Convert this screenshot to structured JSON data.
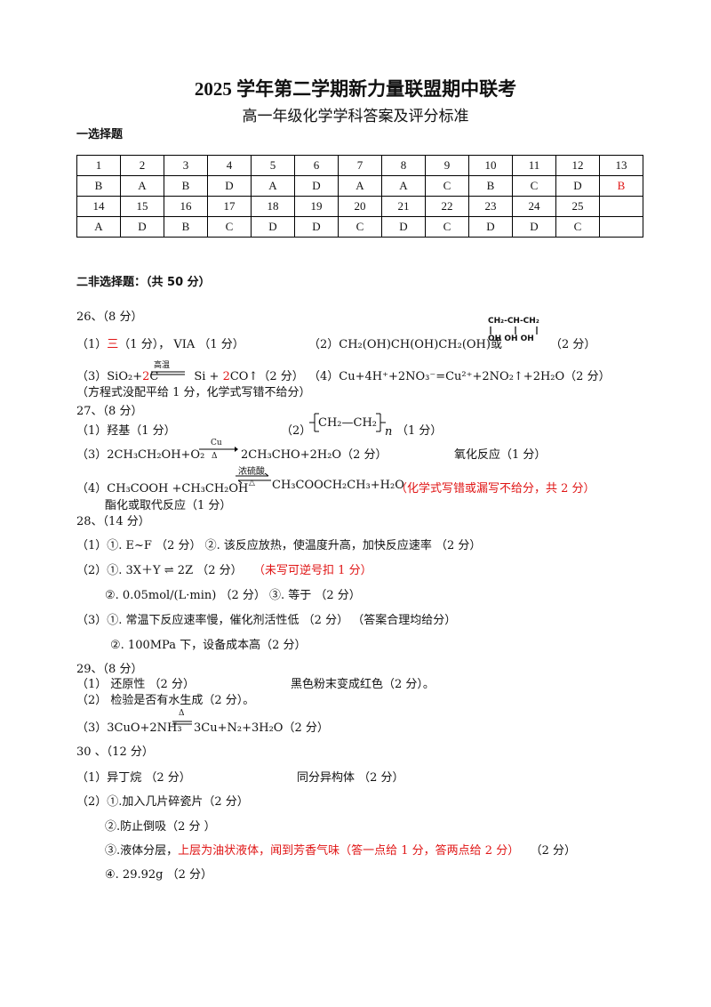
{
  "header": {
    "title": "2025 学年第二学期新力量联盟期中联考",
    "subtitle": "高一年级化学学科答案及评分标准"
  },
  "section1": {
    "title": "一选择题",
    "rows": [
      [
        "1",
        "2",
        "3",
        "4",
        "5",
        "6",
        "7",
        "8",
        "9",
        "10",
        "11",
        "12",
        "13"
      ],
      [
        "B",
        "A",
        "B",
        "D",
        "A",
        "D",
        "A",
        "A",
        "C",
        "B",
        "C",
        "D",
        "B"
      ],
      [
        "14",
        "15",
        "16",
        "17",
        "18",
        "19",
        "20",
        "21",
        "22",
        "23",
        "24",
        "25",
        ""
      ],
      [
        "A",
        "D",
        "B",
        "C",
        "D",
        "D",
        "C",
        "D",
        "C",
        "D",
        "D",
        "C",
        ""
      ]
    ]
  },
  "section2": {
    "title": "二非选择题：（共 50 分）"
  },
  "q26": {
    "head": "26、（8 分）",
    "l1a": "（1）",
    "l1b": "三",
    "l1c": "（1 分），   VIA （1 分）",
    "l1d": "（2）CH₂(OH)CH(OH)CH₂(OH)或",
    "l1e": "（2 分）",
    "glycerol_top": "CH₂-CH-CH₂",
    "glycerol_bot": "OH  OH  OH",
    "l2a": "（3）SiO₂+",
    "l2b": "2",
    "l2c": "C",
    "cond_high_temp": "高温",
    "l2d": "Si +",
    "l2e": "2",
    "l2f": "CO↑（2 分）",
    "l2g": "（4）Cu+4H⁺+2NO₃⁻=Cu²⁺+2NO₂↑+2H₂O（2 分）",
    "l3": "（方程式没配平给 1 分，化学式写错不给分）"
  },
  "q27": {
    "head": "27、（8 分）",
    "l1a": "（1）羟基（1 分）",
    "l1b": "（2）",
    "polymer_unit": "CH₂—CH₂",
    "polymer_n": "n",
    "l1c": "（1 分）",
    "l2a": "（3）2CH₃CH₂OH+O₂",
    "cond_cu": "Cu",
    "cond_heat": "Δ",
    "l2b": "2CH₃CHO+2H₂O（2 分）",
    "l2c": "氧化反应（1 分）",
    "cond_acid": "浓硫酸",
    "l3a": "（4）CH₃COOH +CH₃CH₂OH",
    "l3b": "CH₃COOCH₂CH₃+H₂O",
    "l3c": "（化学式写错或漏写不给分，共 2 分）",
    "l4": "酯化或取代反应（1 分）"
  },
  "q28": {
    "head": "28、（14 分）",
    "l1": "（1）①. E~F （2 分）     ②. 该反应放热，使温度升高，加快反应速率 （2 分）",
    "l2a": "（2）①. 3X＋Y ⇌ 2Z （2 分）",
    "l2b": "（未写可逆号扣 1 分）",
    "l3": "②. 0.05mol/(L·min) （2 分）        ③. 等于 （2 分）",
    "l4": "（3）①. 常温下反应速率慢，催化剂活性低 （2 分）      （答案合理均给分）",
    "l5": "②. 100MPa 下，设备成本高（2 分）"
  },
  "q29": {
    "head": "29、（8 分）",
    "l1a": "（1）  还原性 （2 分）",
    "l1b": "黑色粉末变成红色（2 分）。",
    "l2": "（2）  检验是否有水生成（2 分）。",
    "l3a": "（3）3CuO+2NH₃",
    "l3b": "3Cu+N₂+3H₂O（2 分）"
  },
  "q30": {
    "head": "30 、（12 分）",
    "l1a": "（1）异丁烷  （2 分）",
    "l1b": "同分异构体 （2 分）",
    "l2": "（2）①.加入几片碎瓷片（2 分）",
    "l3": "②.防止倒吸（2 分 ）",
    "l4a": "③.液体分层，",
    "l4b": "上层为油状液体，闻到芳香气味（答一点给 1 分，答两点给 2 分）",
    "l4c": "（2 分）",
    "l5": "④. 29.92g  （2 分）"
  }
}
